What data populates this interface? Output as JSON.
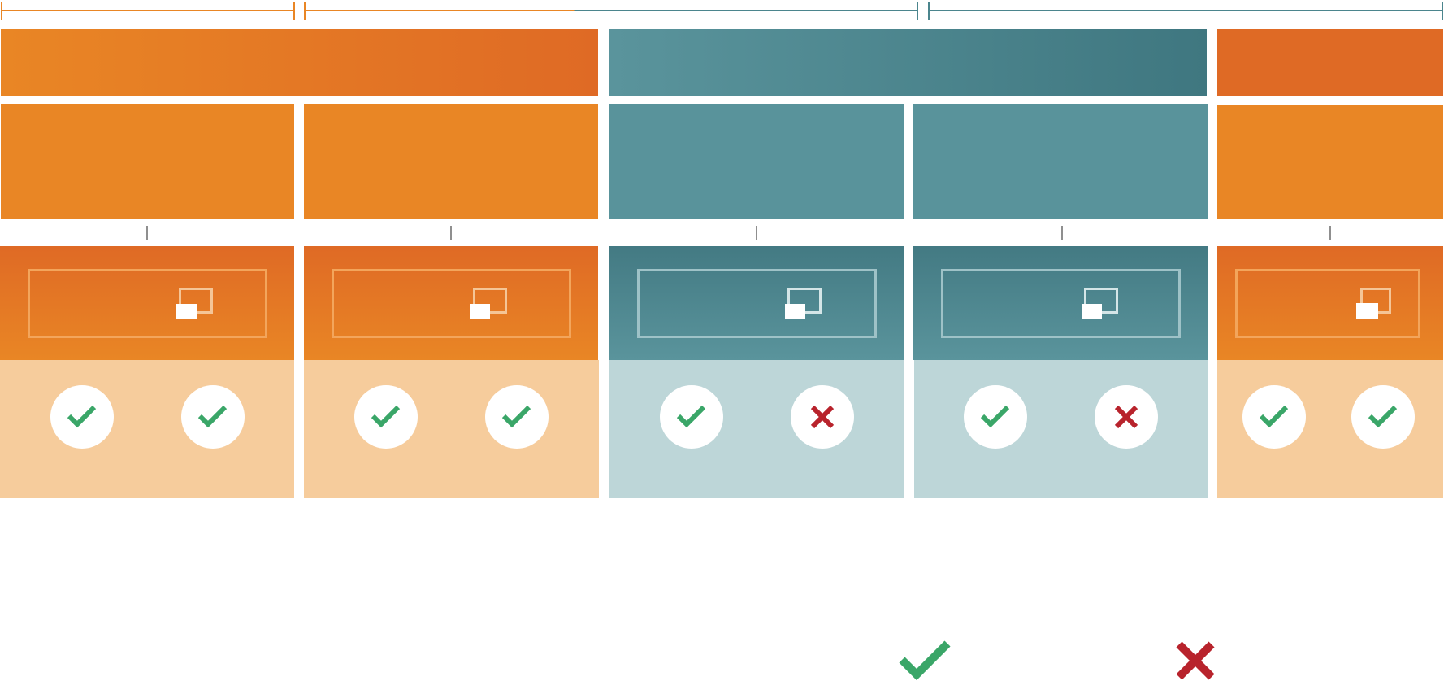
{
  "colors": {
    "orange": "#e98625",
    "orange_dark": "#df6a25",
    "orange_light": "#f6cc9c",
    "teal": "#59939b",
    "teal_dark": "#3f7780",
    "teal_light": "#bdd6d8",
    "check": "#3aa668",
    "cross": "#b8232c"
  },
  "columns": [
    {
      "theme": "orange",
      "status": [
        "check",
        "check"
      ]
    },
    {
      "theme": "orange",
      "status": [
        "check",
        "check"
      ]
    },
    {
      "theme": "teal",
      "status": [
        "check",
        "cross"
      ]
    },
    {
      "theme": "teal",
      "status": [
        "check",
        "cross"
      ]
    },
    {
      "theme": "orange",
      "status": [
        "check",
        "check"
      ]
    }
  ],
  "legend": {
    "items": [
      {
        "icon": "check-icon"
      },
      {
        "icon": "cross-icon"
      }
    ]
  }
}
